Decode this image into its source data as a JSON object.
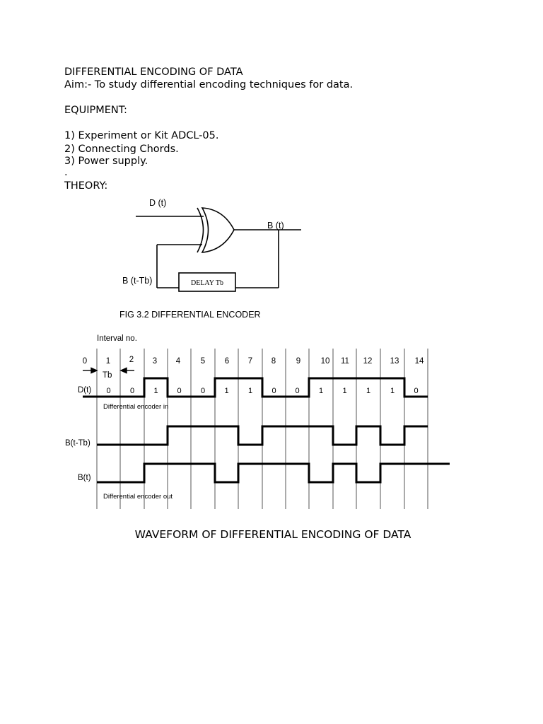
{
  "document": {
    "title": "DIFFERENTIAL ENCODING OF DATA",
    "aim": "Aim:- To study differential encoding techniques for data.",
    "equipment_heading": "EQUIPMENT:",
    "equipment": [
      "1) Experiment or Kit ADCL-05.",
      "2) Connecting Chords.",
      "3) Power supply."
    ],
    "dot": ".",
    "theory_heading": "THEORY:"
  },
  "encoder_diagram": {
    "input_label": "D (t)",
    "output_label": "B (t)",
    "feedback_label": "B (t-Tb)",
    "delay_label": "DELAY Tb",
    "caption": "FIG 3.2 DIFFERENTIAL ENCODER"
  },
  "waveform": {
    "interval_header": "Interval no.",
    "interval_numbers": [
      "0",
      "1",
      "2",
      "3",
      "4",
      "5",
      "6",
      "7",
      "8",
      "9",
      "10",
      "11",
      "12",
      "13",
      "14"
    ],
    "tb_label": "Tb",
    "d_label": "D(t)",
    "d_bits": [
      "0",
      "0",
      "1",
      "0",
      "0",
      "1",
      "1",
      "0",
      "0",
      "1",
      "1",
      "1",
      "1",
      "0"
    ],
    "b_delayed_label": "B(t-Tb)",
    "b_delayed_levels": [
      0,
      0,
      0,
      1,
      1,
      1,
      0,
      1,
      1,
      1,
      0,
      1,
      0,
      1
    ],
    "b_label": "B(t)",
    "b_levels": [
      0,
      0,
      1,
      1,
      1,
      0,
      1,
      1,
      1,
      0,
      1,
      0,
      1,
      1
    ],
    "encoder_in_label": "Differential encoder in",
    "encoder_out_label": "Differential encoder out",
    "caption": "WAVEFORM OF DIFFERENTIAL ENCODING OF DATA"
  }
}
